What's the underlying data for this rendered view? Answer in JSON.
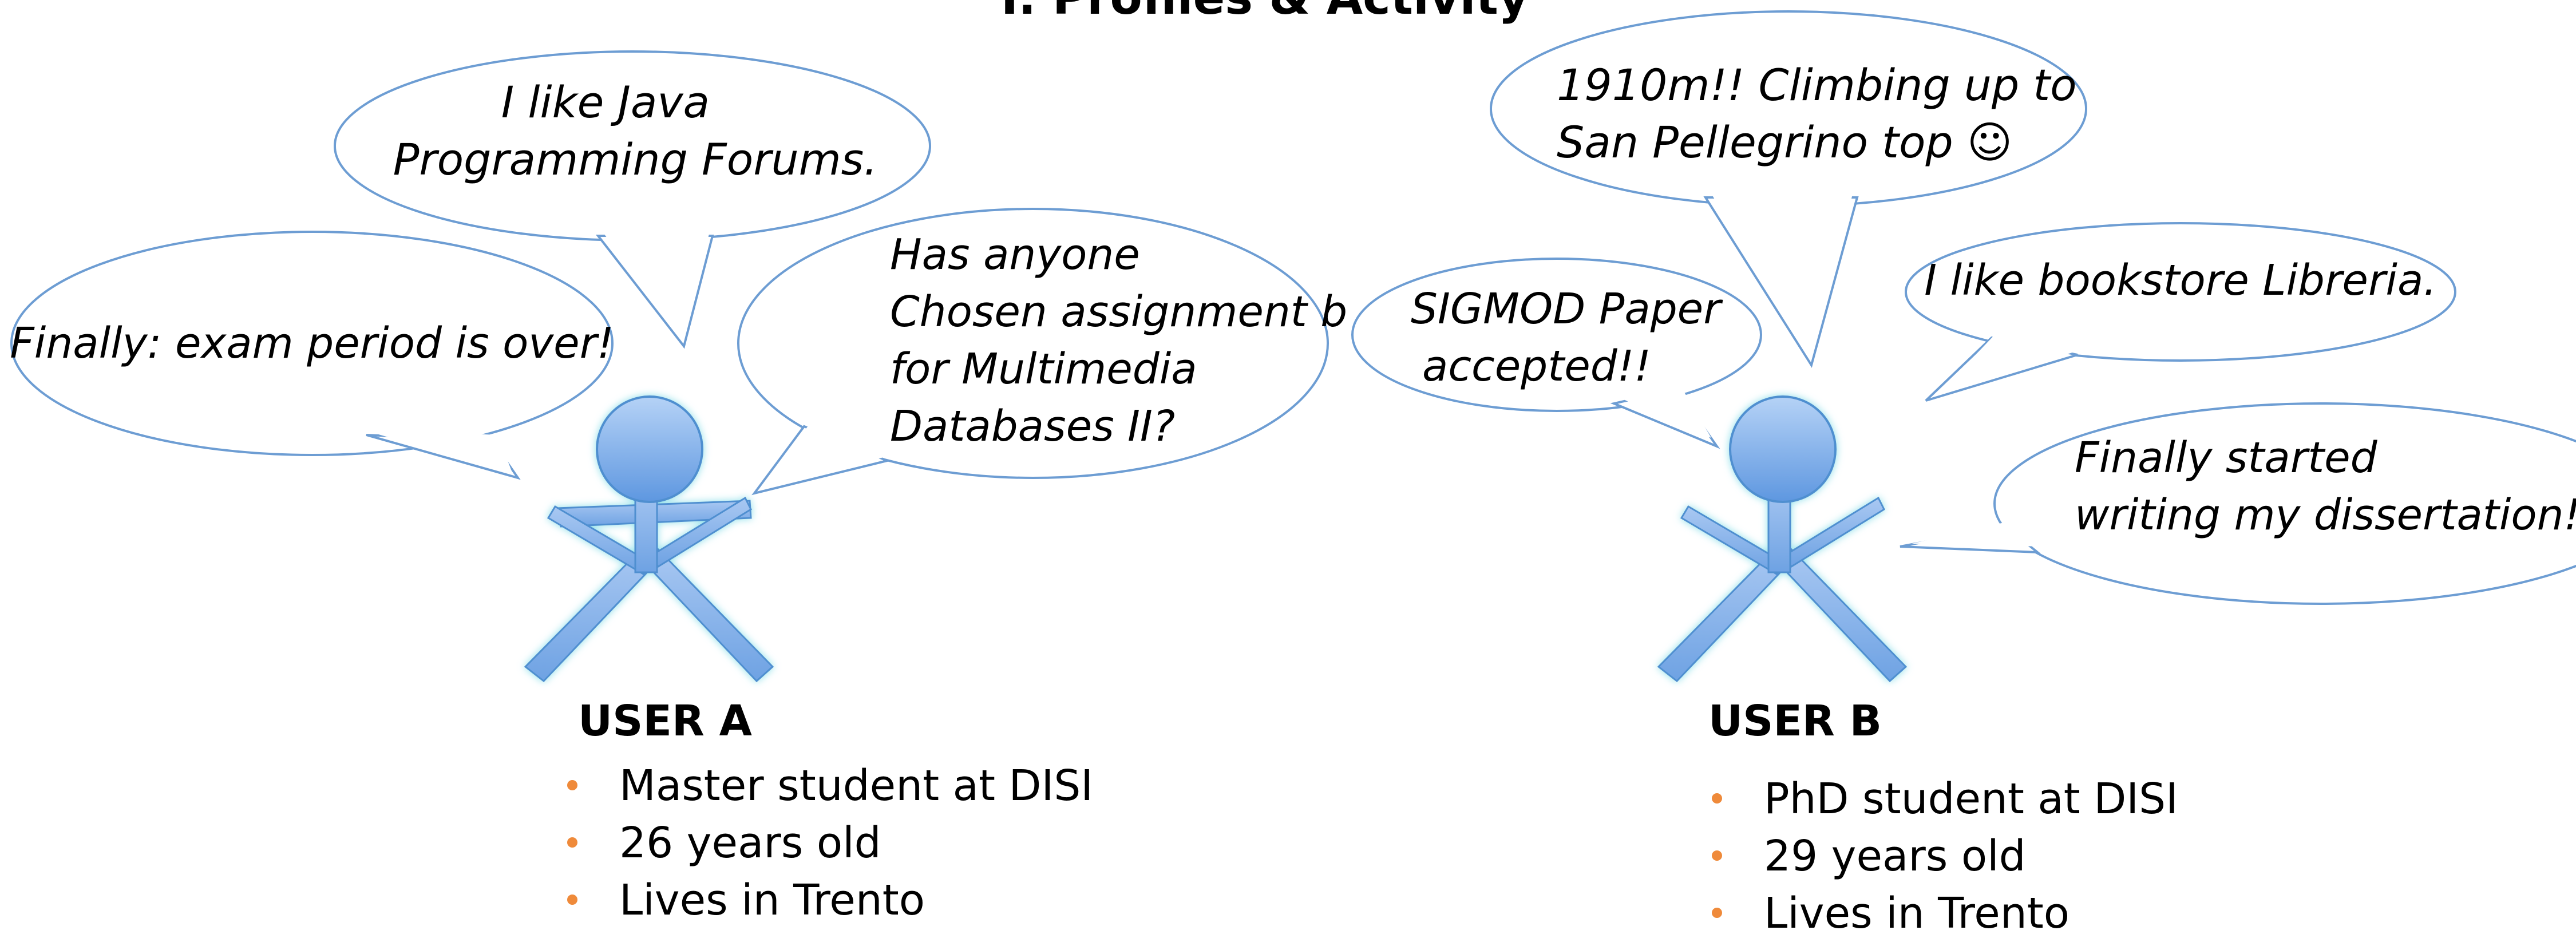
{
  "title": "I. Profiles & Activity",
  "colors": {
    "bubble_outline": "#6d9dd3",
    "figure_fill": "#8cb3e8",
    "figure_stroke": "#4f8fd0",
    "figure_glow": "#8fe0ea",
    "bullet": "#ef8a3a"
  },
  "user_a": {
    "label": "USER A",
    "attributes": [
      "Master student at DISI",
      "26 years old",
      "Lives in Trento"
    ],
    "posts": [
      {
        "lines": [
          "I like Java",
          "Programming Forums."
        ]
      },
      {
        "lines": [
          "Finally: exam period is over!"
        ]
      },
      {
        "lines": [
          "Has anyone",
          "Chosen assignment b",
          "for Multimedia",
          "Databases II?"
        ]
      }
    ]
  },
  "user_b": {
    "label": "USER B",
    "attributes": [
      "PhD student at DISI",
      "29 years old",
      "Lives in Trento"
    ],
    "posts": [
      {
        "lines": [
          "1910m!! Climbing up to",
          "San Pellegrino top ☺"
        ]
      },
      {
        "lines": [
          "SIGMOD Paper",
          "accepted!!"
        ]
      },
      {
        "lines": [
          "I like bookstore Libreria."
        ]
      },
      {
        "lines": [
          "Finally  started",
          "writing my dissertation!!!"
        ]
      }
    ]
  }
}
